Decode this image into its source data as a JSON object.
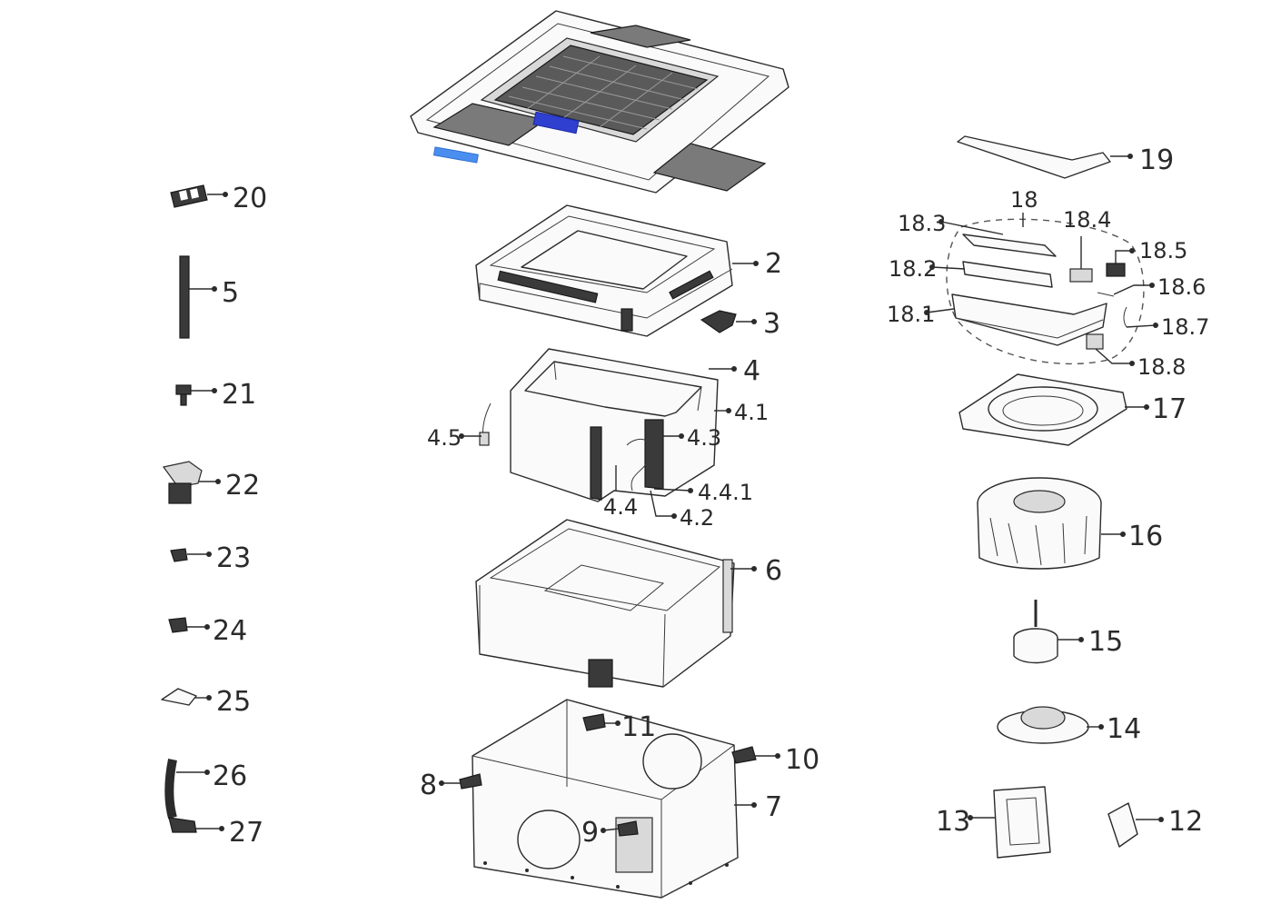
{
  "diagram": {
    "type": "exploded-parts-view",
    "labels": {
      "p2": "2",
      "p3": "3",
      "p4": "4",
      "p4_1": "4.1",
      "p4_2": "4.2",
      "p4_3": "4.3",
      "p4_4": "4.4",
      "p4_4_1": "4.4.1",
      "p4_5": "4.5",
      "p5": "5",
      "p6": "6",
      "p7": "7",
      "p8": "8",
      "p9": "9",
      "p10": "10",
      "p11": "11",
      "p12": "12",
      "p13": "13",
      "p14": "14",
      "p15": "15",
      "p16": "16",
      "p17": "17",
      "p18": "18",
      "p18_1": "18.1",
      "p18_2": "18.2",
      "p18_3": "18.3",
      "p18_4": "18.4",
      "p18_5": "18.5",
      "p18_6": "18.6",
      "p18_7": "18.7",
      "p18_8": "18.8",
      "p19": "19",
      "p20": "20",
      "p21": "21",
      "p22": "22",
      "p23": "23",
      "p24": "24",
      "p25": "25",
      "p26": "26",
      "p27": "27"
    },
    "colors": {
      "line": "#2b2b2b",
      "highlight_blue": "#2f3fd0",
      "highlight_light_blue": "#4a8ff0",
      "filter_dark": "#3c3c3c"
    }
  }
}
